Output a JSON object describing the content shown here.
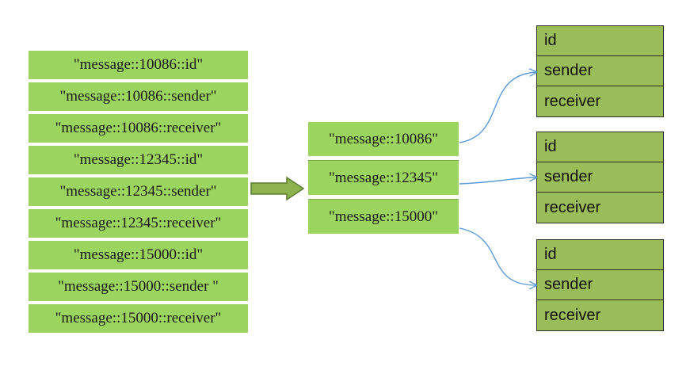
{
  "flat_keys": [
    "\"message::10086::id\"",
    "\"message::10086::sender\"",
    "\"message::10086::receiver\"",
    "\"message::12345::id\"",
    "\"message::12345::sender\"",
    "\"message::12345::receiver\"",
    "\"message::15000::id\"",
    "\"message::15000::sender \"",
    "\"message::15000::receiver\""
  ],
  "hash_keys": [
    "\"message::10086\"",
    "\"message::12345\"",
    "\"message::15000\""
  ],
  "field_groups": [
    [
      "id",
      "sender",
      "receiver"
    ],
    [
      "id",
      "sender",
      "receiver"
    ],
    [
      "id",
      "sender",
      "receiver"
    ]
  ],
  "colors": {
    "key_fill": "#9bd45e",
    "field_fill": "#9bbd59",
    "arrow_fill": "#8db34f",
    "connector": "#5b9bd5"
  }
}
